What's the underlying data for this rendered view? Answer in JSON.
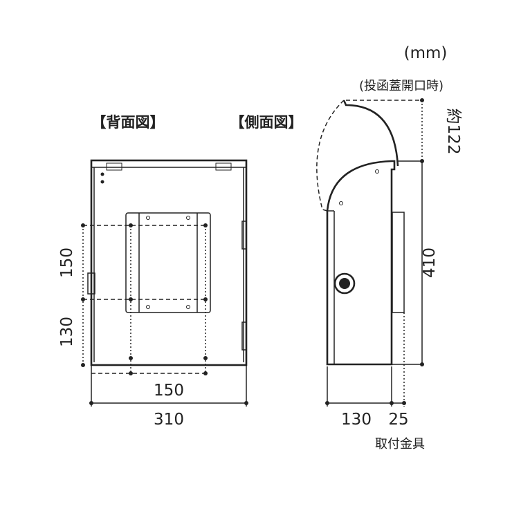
{
  "unit_label": "(mm)",
  "note_lid_open": "(投函蓋開口時)",
  "back_view": {
    "title": "【背面図】",
    "dim_upper_vertical": "150",
    "dim_lower_vertical": "130",
    "dim_inner_horizontal": "150",
    "dim_overall_width": "310"
  },
  "side_view": {
    "title": "【側面図】",
    "dim_lid_open": "約122",
    "dim_height": "410",
    "dim_depth": "130",
    "dim_bracket": "25",
    "bracket_label": "取付金具"
  }
}
